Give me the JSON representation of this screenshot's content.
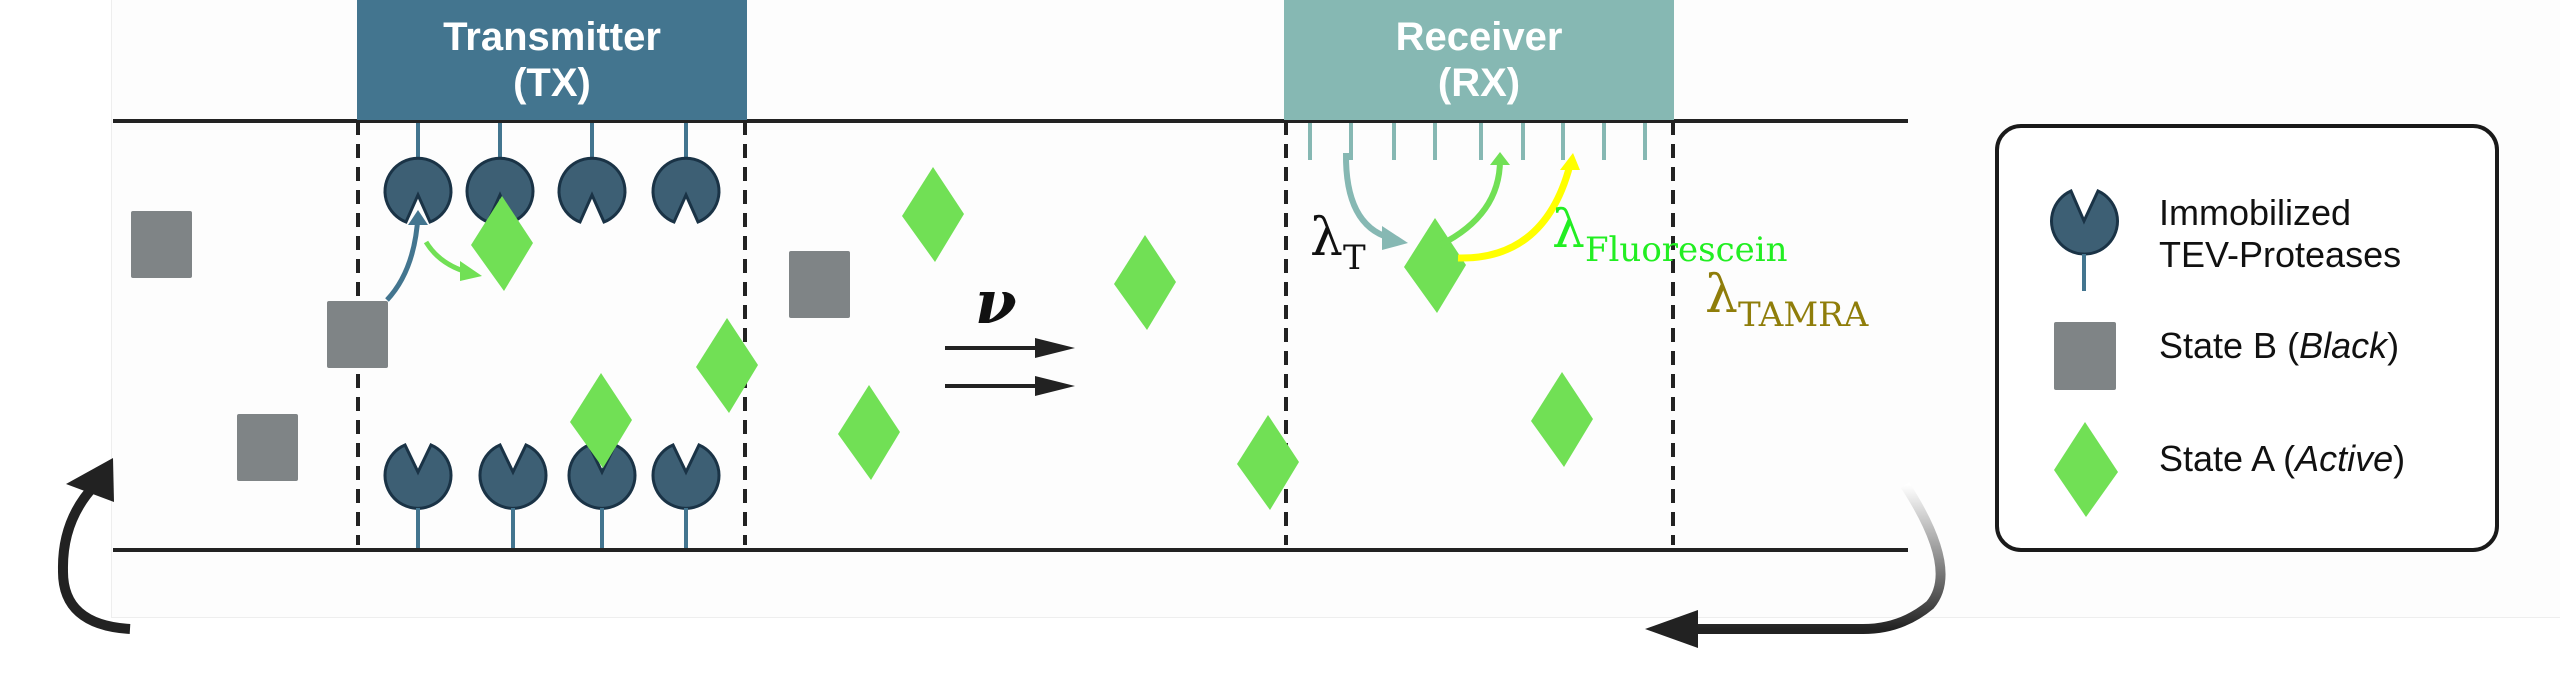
{
  "diagram": {
    "transmitter": {
      "title": "Transmitter",
      "abbr": "(TX)",
      "color": "#43758f"
    },
    "receiver": {
      "title": "Receiver",
      "abbr": "(RX)",
      "color": "#86b8b3"
    },
    "flow_symbol": "ν",
    "labels": {
      "lambda_t": {
        "symbol": "λ",
        "sub": "T",
        "color": "#111111"
      },
      "lambda_fluorescein": {
        "symbol": "λ",
        "sub": "Fluorescein",
        "color": "#22ee22"
      },
      "lambda_tamra": {
        "symbol": "λ",
        "sub": "TAMRA",
        "color": "#8f7d0a"
      }
    },
    "colors": {
      "protease_fill": "#3d5f74",
      "protease_stroke": "#1a3346",
      "state_b": "#7f8486",
      "state_a": "#71e055",
      "excitation_arrow": "#86b8b3",
      "fluorescein_arrow": "#71e055",
      "tamra_arrow": "#ffff00"
    }
  },
  "legend": {
    "items": [
      {
        "icon": "protease-icon",
        "line1": "Immobilized",
        "line2": "TEV-Proteases"
      },
      {
        "icon": "square-icon",
        "prefix": "State B (",
        "emph": "Black",
        "suffix": ")"
      },
      {
        "icon": "diamond-icon",
        "prefix": "State A (",
        "emph": "Active",
        "suffix": ")"
      }
    ]
  }
}
